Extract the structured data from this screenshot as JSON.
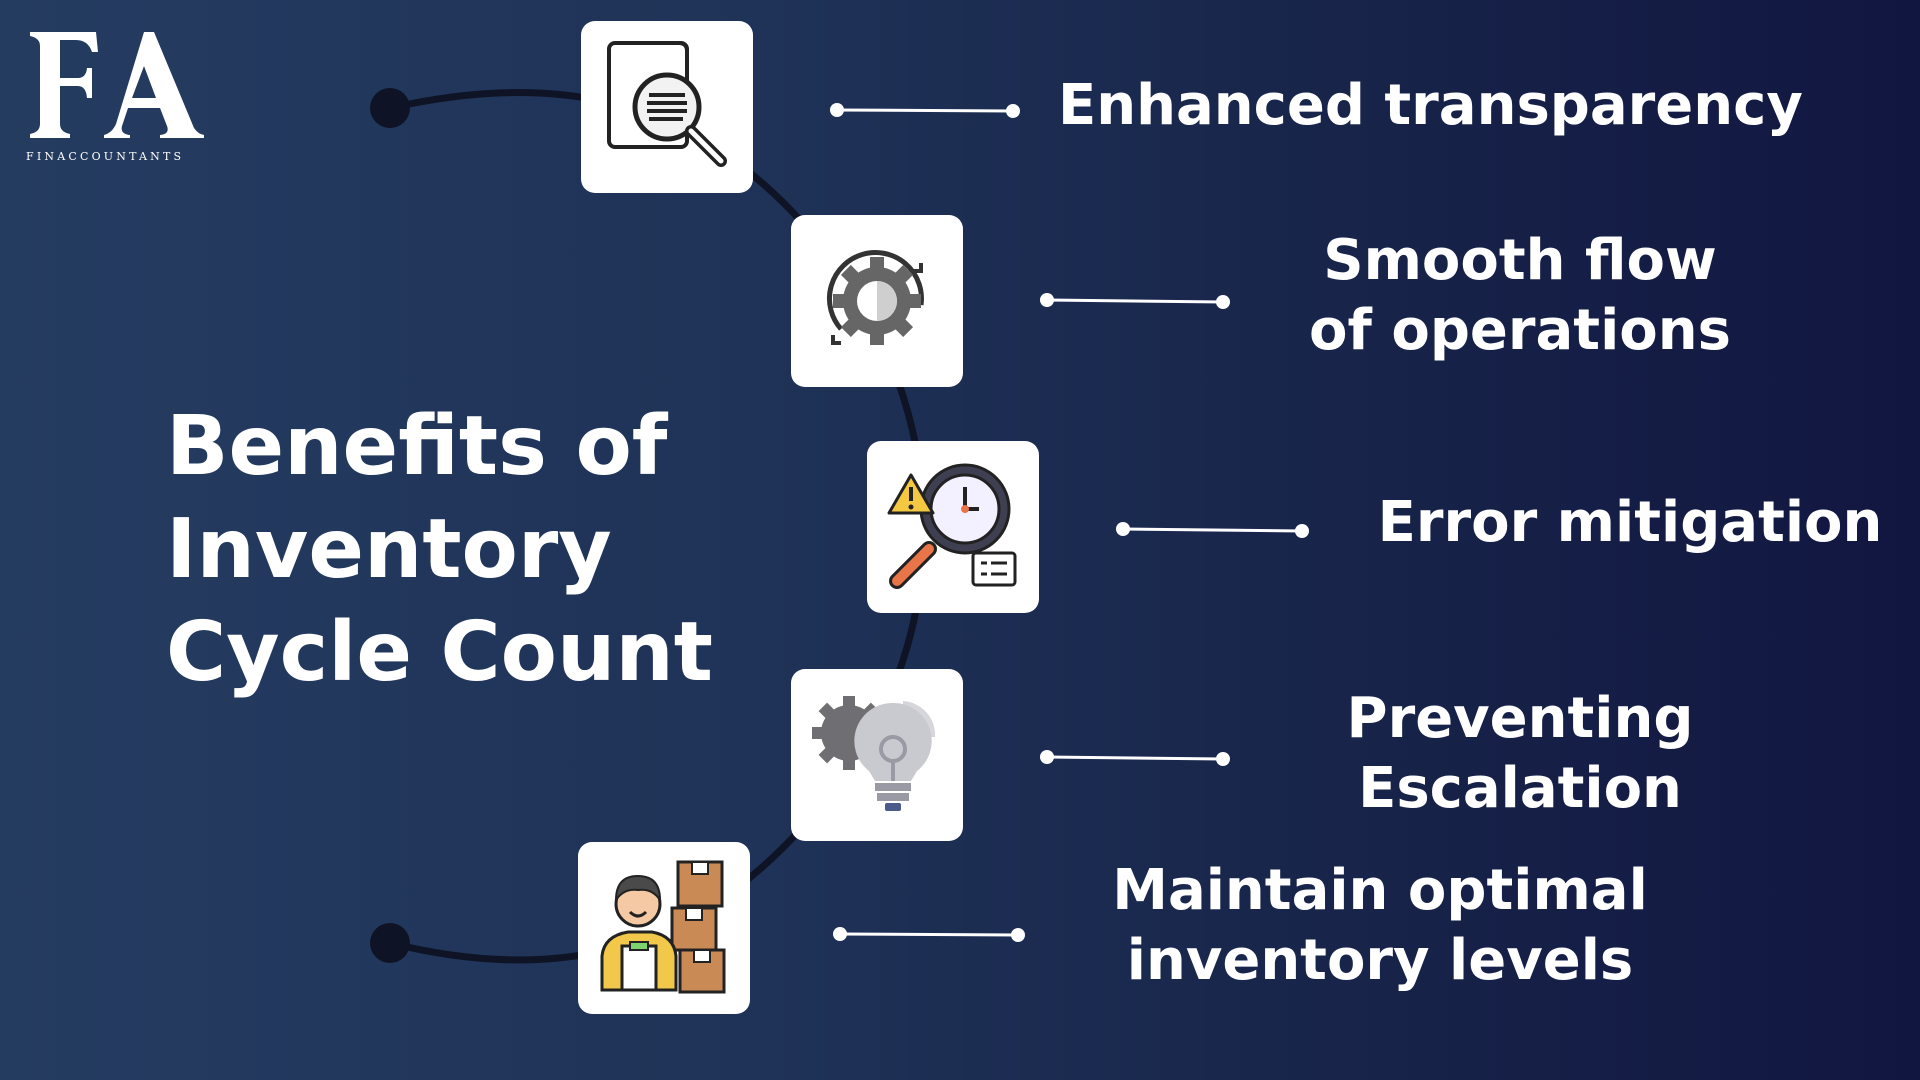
{
  "logo": {
    "mark": "FA",
    "subtitle": "FINACCOUNTANTS"
  },
  "title": {
    "line1": "Benefits of",
    "line2": "Inventory",
    "line3": "Cycle Count"
  },
  "benefits": [
    {
      "icon": "document-search-icon",
      "lines": [
        "Enhanced transparency"
      ]
    },
    {
      "icon": "gear-refresh-icon",
      "lines": [
        "Smooth flow",
        "of operations"
      ]
    },
    {
      "icon": "warning-clock-search-icon",
      "lines": [
        "Error mitigation"
      ]
    },
    {
      "icon": "gear-lightbulb-icon",
      "lines": [
        "Preventing",
        "Escalation"
      ]
    },
    {
      "icon": "worker-boxes-icon",
      "lines": [
        "Maintain optimal",
        "inventory levels"
      ]
    }
  ],
  "colors": {
    "background_left": "#253c61",
    "background_right": "#111640",
    "text": "#ffffff",
    "arc": "#0e1426",
    "icon_card": "#ffffff"
  }
}
